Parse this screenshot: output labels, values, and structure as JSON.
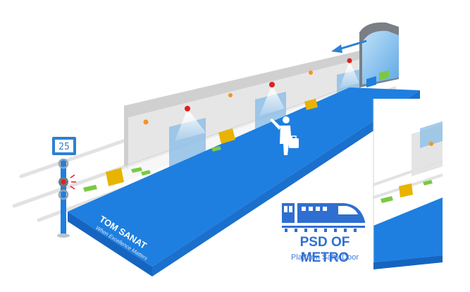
{
  "clock": {
    "display": "25"
  },
  "brand": {
    "name": "TOM SANAT",
    "tagline": "When Excellence Matters"
  },
  "psd": {
    "title": "PSD OF METRO",
    "subtitle": "Platform Safty Door"
  },
  "colors": {
    "platform": "#1e7fe0",
    "platform_side": "#1565c0",
    "wall": "#e4e4e4",
    "door_glass": "#8fbfe6",
    "brand_blue": "#2f6fd1"
  }
}
